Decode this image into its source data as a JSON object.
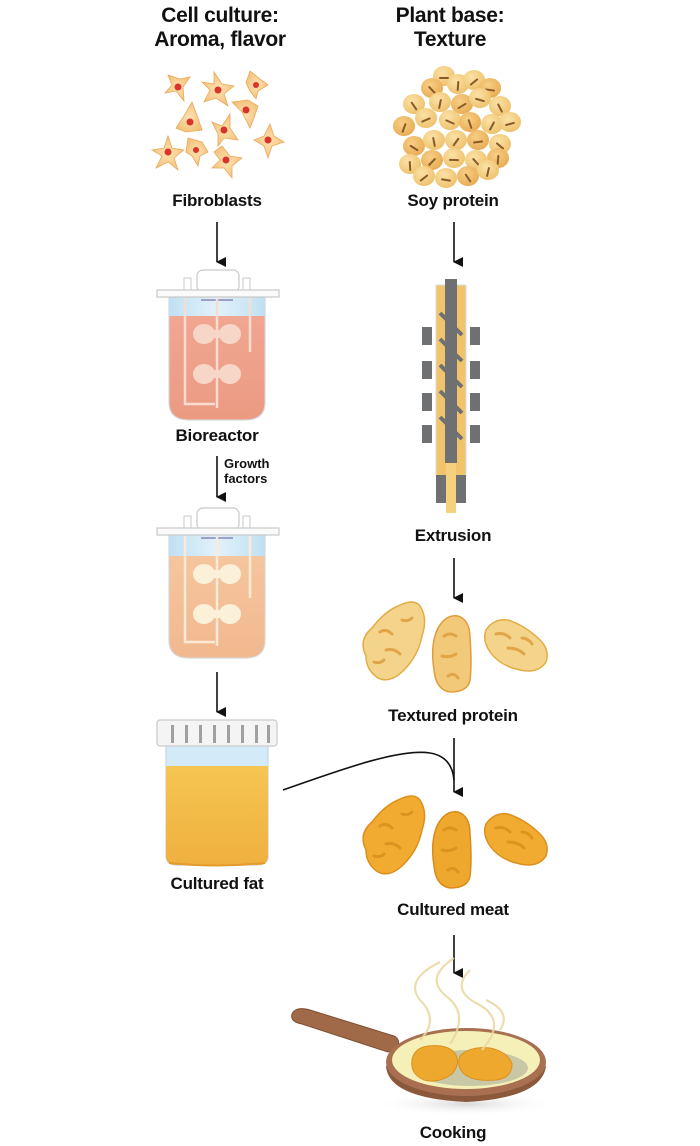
{
  "columns": {
    "left": {
      "title_line1": "Cell culture:",
      "title_line2": "Aroma, flavor"
    },
    "right": {
      "title_line1": "Plant base:",
      "title_line2": "Texture"
    }
  },
  "steps": {
    "fibroblasts": "Fibroblasts",
    "bioreactor": "Bioreactor",
    "growth_factors_line1": "Growth",
    "growth_factors_line2": "factors",
    "cultured_fat": "Cultured fat",
    "soy_protein": "Soy protein",
    "extrusion": "Extrusion",
    "textured_protein": "Textured protein",
    "cultured_meat": "Cultured meat",
    "cooking": "Cooking"
  },
  "colors": {
    "text": "#111111",
    "arrow": "#111111",
    "cell": "#f5c98a",
    "cell_nucleus": "#d9342b",
    "soy": "#f0c878",
    "reactor_liquid_1": "#f0a48c",
    "reactor_liquid_2": "#f5c4a0",
    "reactor_head": "#cfe6f5",
    "fat": "#f4bb4a",
    "extruder_metal": "#6e7071",
    "extruder_barrel": "#f2c46b",
    "textured_protein": "#f3cc7a",
    "cultured_meat": "#efa92f",
    "pan": "#9a6a4a"
  }
}
